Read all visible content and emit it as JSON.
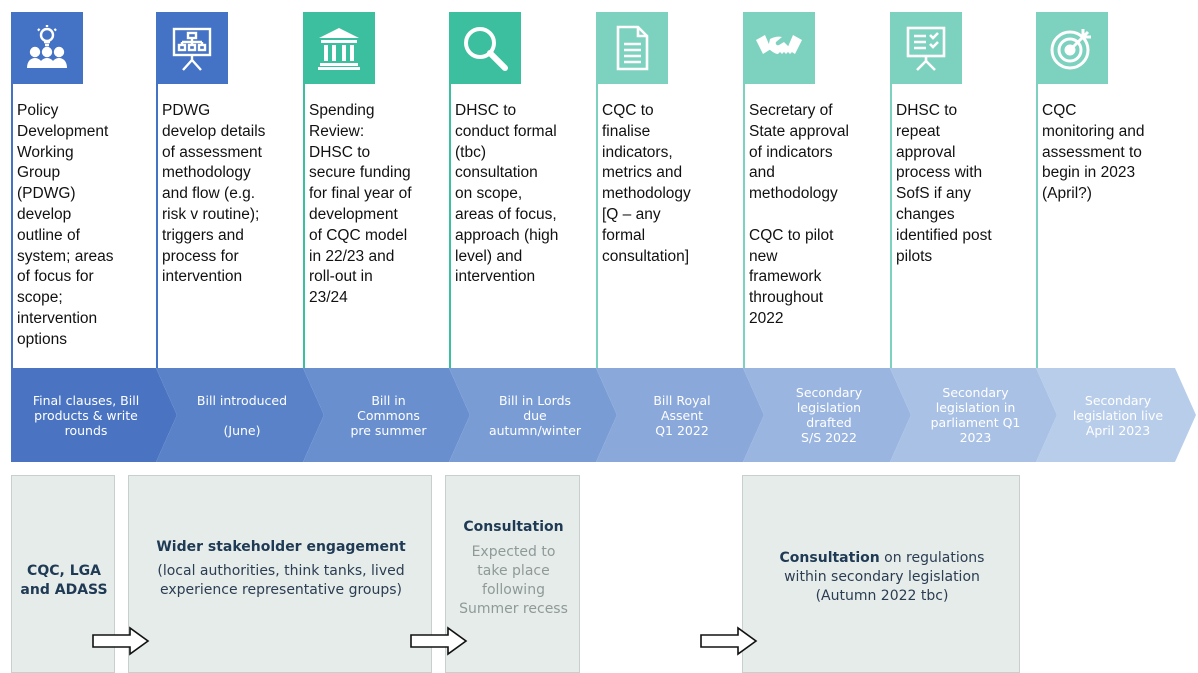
{
  "steps": [
    {
      "icon": "people-idea-icon",
      "color": "#4472c4",
      "text": "Policy\nDevelopment\nWorking\nGroup\n(PDWG)\ndevelop\noutline of\nsystem; areas\nof focus for\nscope;\nintervention\noptions"
    },
    {
      "icon": "presentation-board-icon",
      "color": "#4472c4",
      "text": "PDWG\ndevelop details\nof assessment\nmethodology\nand flow (e.g.\nrisk v routine);\ntriggers and\nprocess for\nintervention"
    },
    {
      "icon": "government-building-icon",
      "color": "#3cbf9e",
      "text": "Spending\nReview:\nDHSC to\nsecure funding\nfor final year of\ndevelopment\nof CQC model\nin 22/23 and\nroll-out in\n23/24"
    },
    {
      "icon": "magnifier-icon",
      "color": "#3cbf9e",
      "text": "DHSC to\nconduct formal\n(tbc)\nconsultation\non scope,\nareas of focus,\napproach (high\nlevel) and\nintervention"
    },
    {
      "icon": "document-icon",
      "color": "#7dd1bf",
      "text": "CQC to\nfinalise\nindicators,\nmetrics and\nmethodology\n[Q – any\nformal\nconsultation]"
    },
    {
      "icon": "handshake-icon",
      "color": "#7dd1bf",
      "text": "Secretary of\nState approval\nof indicators\nand\nmethodology\n\nCQC to pilot\nnew\nframework\nthroughout\n2022"
    },
    {
      "icon": "checklist-board-icon",
      "color": "#7dd1bf",
      "text": "DHSC to\nrepeat\napproval\nprocess with\nSofS if any\nchanges\nidentified post\npilots"
    },
    {
      "icon": "target-icon",
      "color": "#7dd1bf",
      "text": "CQC\nmonitoring and\nassessment to\nbegin in 2023\n(April?)"
    }
  ],
  "chevrons": [
    {
      "label": "Final clauses, Bill\nproducts & write\nrounds",
      "color": "#4a74c2"
    },
    {
      "label": "Bill introduced\n\n(June)",
      "color": "#5a82c8"
    },
    {
      "label": "Bill in\nCommons\npre summer",
      "color": "#6a8fcf"
    },
    {
      "label": "Bill in Lords\ndue\nautumn/winter",
      "color": "#7a9cd5"
    },
    {
      "label": "Bill Royal\nAssent\nQ1 2022",
      "color": "#8aa8da"
    },
    {
      "label": "Secondary\nlegislation\ndrafted\nS/S 2022",
      "color": "#9ab5e0"
    },
    {
      "label": "Secondary\nlegislation in\nparliament Q1\n2023",
      "color": "#a9c1e5"
    },
    {
      "label": "Secondary\nlegislation live\nApril 2023",
      "color": "#b8cdea"
    }
  ],
  "bottom": {
    "box1": "CQC, LGA\nand ADASS",
    "box2_title": "Wider stakeholder engagement",
    "box2_body": "(local authorities, think tanks, lived\nexperience representative groups)",
    "box3_title": "Consultation",
    "box3_body": "Expected to\ntake place\nfollowing\nSummer recess",
    "box4_bold": "Consultation",
    "box4_line1": " on regulations",
    "box4_rest": "within secondary legislation\n(Autumn 2022 tbc)"
  }
}
